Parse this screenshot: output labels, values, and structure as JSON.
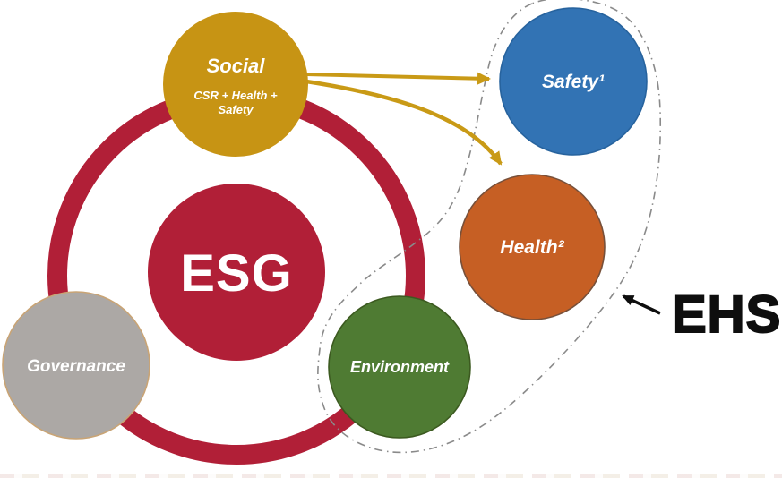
{
  "diagram": {
    "esg": {
      "label": "ESG"
    },
    "social": {
      "label": "Social",
      "subtitle_line1": "CSR + Health +",
      "subtitle_line2": "Safety"
    },
    "governance": {
      "label": "Governance"
    },
    "environment": {
      "label": "Environment"
    },
    "safety": {
      "label": "Safety¹"
    },
    "health": {
      "label": "Health²"
    },
    "ehs": {
      "label": "EHS"
    }
  },
  "colors": {
    "crimson": "#B11F37",
    "gold": "#C79414",
    "gold_arrow": "#C99A16",
    "gray": "#ACA8A5",
    "gray_border": "#C9A475",
    "green": "#4F7B33",
    "green_border": "#3C5A20",
    "blue": "#3273B4",
    "blue_border": "#27639E",
    "orange": "#C65F24",
    "orange_border": "#77503A",
    "dash_outline": "#8A8A8A",
    "ehs_text": "#0E0E0E",
    "label_text": "#FFFFFF"
  }
}
